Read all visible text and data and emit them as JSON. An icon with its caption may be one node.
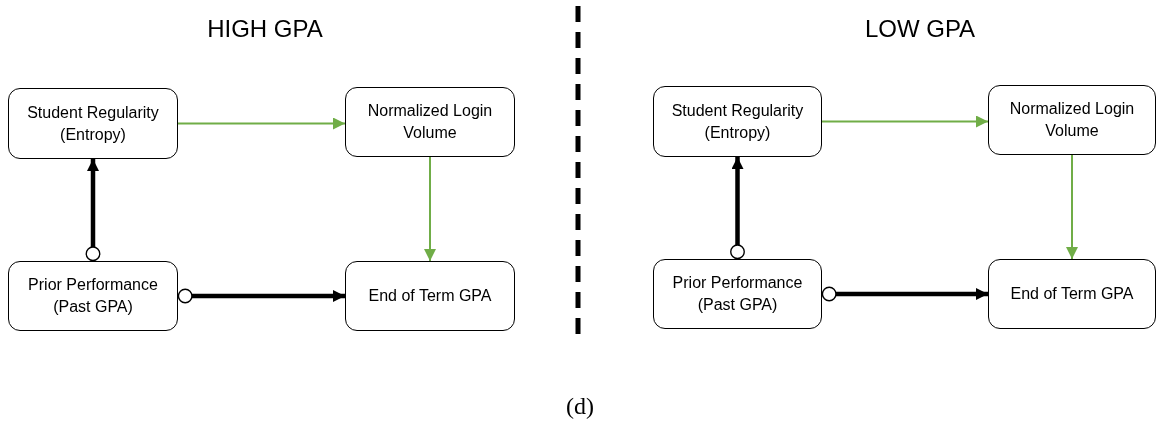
{
  "diagram": {
    "caption": "(d)",
    "nodes": [
      {
        "text": [
          "Student Regularity (Entropy)"
        ]
      },
      {
        "text": [
          "Normalized Login Volume"
        ]
      },
      {
        "text": [
          "Prior Performance (Past GPA)"
        ]
      },
      {
        "text": [
          "End of Term GPA"
        ]
      },
      {
        "text": [
          "Student Regularity (Entropy)"
        ]
      },
      {
        "text": [
          "Normalized Login Volume"
        ]
      },
      {
        "text": [
          "Prior Performance (Past GPA)"
        ]
      },
      {
        "text": [
          "End of Term GPA"
        ]
      }
    ],
    "edges": [
      {
        "from": 0,
        "to": 1,
        "arrow": "to",
        "color": "#70ad47"
      },
      {
        "from": 1,
        "to": 3,
        "arrow": "to",
        "color": "#70ad47"
      },
      {
        "from": 2,
        "to": 0,
        "arrow": "to",
        "style": "thick",
        "color": "#000000"
      },
      {
        "from": 2,
        "to": 3,
        "arrow": "to",
        "style": "thick",
        "color": "#000000"
      },
      {
        "from": 4,
        "to": 5,
        "arrow": "to",
        "color": "#70ad47"
      },
      {
        "from": 5,
        "to": 7,
        "arrow": "to",
        "color": "#70ad47"
      },
      {
        "from": 6,
        "to": 4,
        "arrow": "to",
        "style": "thick",
        "color": "#000000"
      },
      {
        "from": 6,
        "to": 7,
        "arrow": "to",
        "style": "thick",
        "color": "#000000"
      }
    ],
    "labels": [
      "HIGH GPA",
      "LOW GPA"
    ]
  }
}
